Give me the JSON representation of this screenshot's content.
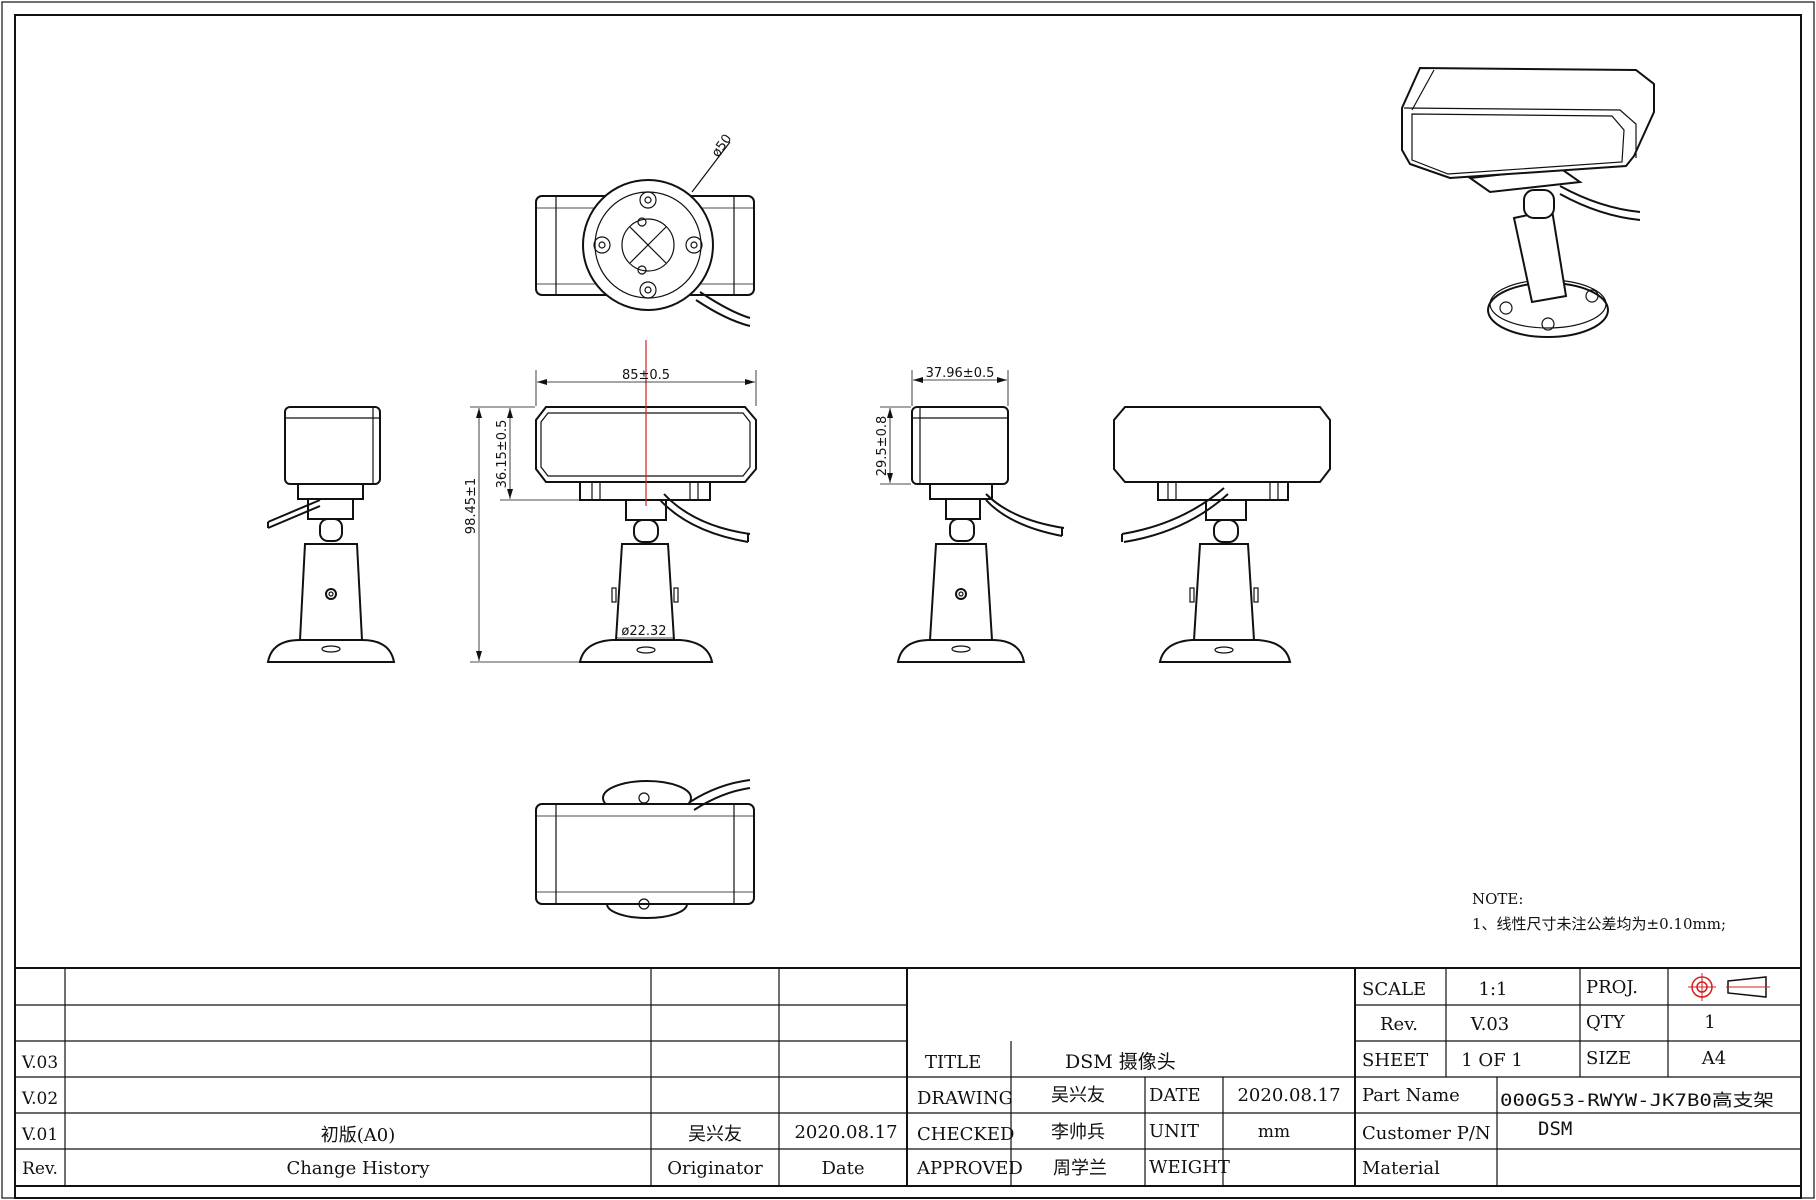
{
  "dimensions": {
    "diameter_top": "ø50",
    "width": "85±0.5",
    "height_body": "36.15±0.5",
    "total_height": "98.45±1",
    "base_diameter": "ø22.32",
    "depth": "37.96±0.5",
    "side_height": "29.5±0.8"
  },
  "note": {
    "heading": "NOTE:",
    "line1": "1、线性尺寸未注公差均为±0.10mm;"
  },
  "title_block": {
    "history_rows": [
      {
        "rev": "",
        "change": "",
        "originator": "",
        "date": ""
      },
      {
        "rev": "",
        "change": "",
        "originator": "",
        "date": ""
      },
      {
        "rev": "V.03",
        "change": "",
        "originator": "",
        "date": ""
      },
      {
        "rev": "V.02",
        "change": "",
        "originator": "",
        "date": ""
      },
      {
        "rev": "V.01",
        "change": "初版(A0)",
        "originator": "吴兴友",
        "date": "2020.08.17"
      }
    ],
    "history_header": {
      "rev": "Rev.",
      "change": "Change History",
      "originator": "Originator",
      "date": "Date"
    },
    "title_label": "TITLE",
    "title_value": "DSM 摄像头",
    "drawing_label": "DRAWING",
    "drawing_value": "吴兴友",
    "checked_label": "CHECKED",
    "checked_value": "李帅兵",
    "approved_label": "APPROVED",
    "approved_value": "周学兰",
    "date_label": "DATE",
    "date_value": "2020.08.17",
    "unit_label": "UNIT",
    "unit_value": "mm",
    "weight_label": "WEIGHT",
    "weight_value": "",
    "scale_label": "SCALE",
    "scale_value": "1:1",
    "rev_label": "Rev.",
    "rev_value": "V.03",
    "sheet_label": "SHEET",
    "sheet_value": "1 OF 1",
    "proj_label": "PROJ.",
    "qty_label": "QTY",
    "qty_value": "1",
    "size_label": "SIZE",
    "size_value": "A4",
    "part_name_label": "Part Name",
    "part_name_value": "000G53-RWYW-JK7B0高支架",
    "customer_pn_label": "Customer P/N",
    "customer_pn_value": "DSM",
    "material_label": "Material",
    "material_value": ""
  },
  "colors": {
    "line": "#111111",
    "centerline": "#d42020",
    "paper": "#ffffff"
  },
  "icons": [
    "third-angle-projection-icon"
  ]
}
